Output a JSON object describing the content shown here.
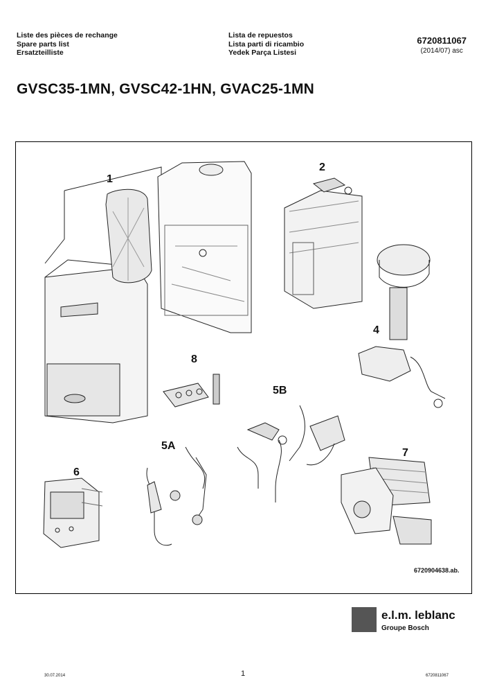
{
  "header": {
    "left_lines": [
      "Liste des pièces de rechange",
      "Spare parts list",
      "Ersatzteilliste"
    ],
    "middle_lines": [
      "Lista de repuestos",
      "Lista parti di ricambio",
      "Yedek Parça Listesi"
    ],
    "doc_number": "6720811067",
    "doc_version": "(2014/07) asc"
  },
  "title": "GVSC35-1MN, GVSC42-1HN, GVAC25-1MN",
  "diagram": {
    "part_labels": [
      "1",
      "2",
      "4",
      "8",
      "5B",
      "5A",
      "6",
      "7"
    ],
    "figure_ref": "6720904638.ab."
  },
  "logo": {
    "brand": "e.l.m. leblanc",
    "group": "Groupe Bosch"
  },
  "footer": {
    "date": "30.07.2014",
    "page": "1",
    "doc_number": "6720811067"
  }
}
